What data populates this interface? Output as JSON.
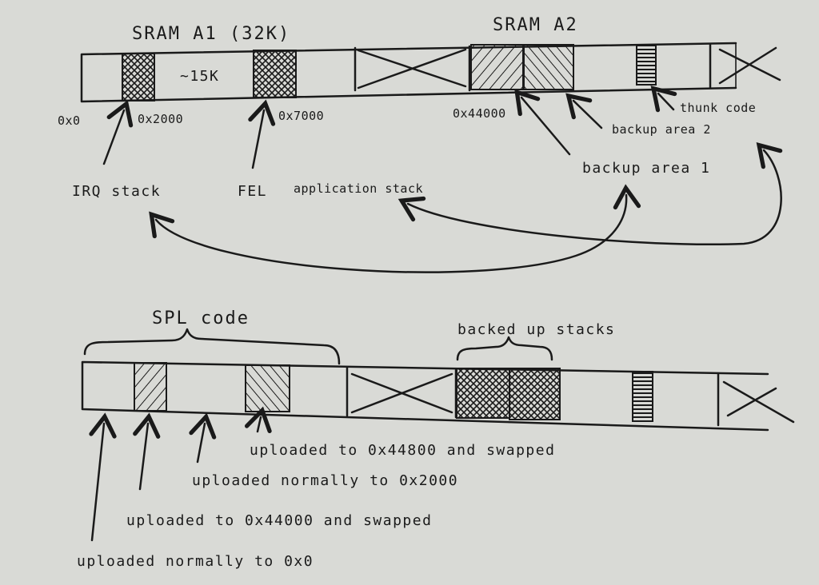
{
  "top_diagram": {
    "labels": {
      "sram_a1": "SRAM A1 (32K)",
      "sram_a2": "SRAM A2",
      "size_15k": "~15K",
      "addr_0": "0x0",
      "addr_2000": "0x2000",
      "addr_7000": "0x7000",
      "addr_44000": "0x44000",
      "thunk_code": "thunk code",
      "backup_area_2": "backup area 2",
      "backup_area_1": "backup area 1",
      "irq_stack": "IRQ stack",
      "fel_prefix": "FEL",
      "fel_app_stack": "application stack"
    }
  },
  "bottom_diagram": {
    "labels": {
      "spl_code": "SPL code",
      "backed_up_stacks": "backed up stacks",
      "up_44800": "uploaded to 0x44800 and swapped",
      "up_2000": "uploaded normally to 0x2000",
      "up_44000": "uploaded to 0x44000 and swapped",
      "up_0": "uploaded normally to 0x0"
    }
  }
}
